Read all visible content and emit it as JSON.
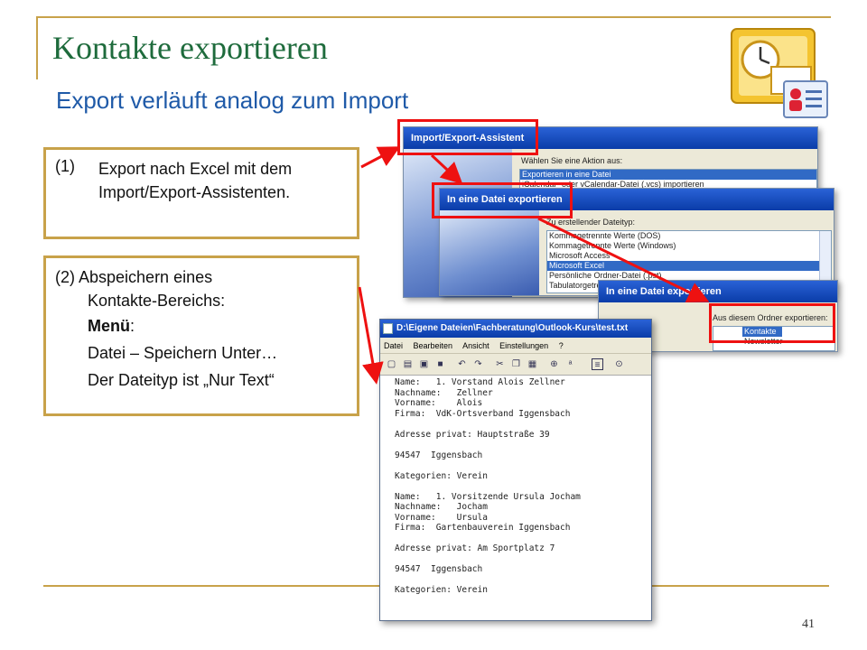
{
  "slide": {
    "title": "Kontakte exportieren",
    "subtitle": "Export verläuft analog zum Import",
    "page_number": "41",
    "accent_color": "#c8a24a",
    "title_color": "#1e6b3c",
    "subtitle_color": "#1f5aa8",
    "annotation_color": "#e11111"
  },
  "box1": {
    "number": "(1)",
    "text": "Export nach Excel mit dem Import/Export-Assistenten."
  },
  "box2": {
    "line1": "(2) Abspeichern eines",
    "line2": "Kontakte-Bereichs:",
    "menu_label": "Menü",
    "menu_colon": ":",
    "line4": "Datei – Speichern Unter…",
    "line5": "Der Dateityp ist „Nur Text“"
  },
  "wizard1": {
    "title": "Import/Export-Assistent",
    "prompt": "Wählen Sie eine Aktion aus:",
    "items": [
      "Exportieren in eine Datei",
      "iCalendar- oder vCalendar-Datei (.vcs) importieren"
    ]
  },
  "wizard2": {
    "title": "In eine Datei exportieren",
    "prompt": "Zu erstellender Dateityp:",
    "items": [
      "Kommagetrennte Werte (DOS)",
      "Kommagetrennte Werte (Windows)",
      "Microsoft Access",
      "Microsoft Excel",
      "Persönliche Ordner-Datei (.pst)",
      "Tabulatorgetrennte Werte"
    ]
  },
  "wizard3": {
    "title": "In eine Datei exportieren",
    "prompt": "Aus diesem Ordner exportieren:",
    "items": [
      "Kontakte",
      "Newsletter"
    ]
  },
  "notepad": {
    "title": "D:\\Eigene Dateien\\Fachberatung\\Outlook-Kurs\\test.txt",
    "menu": [
      "Datei",
      "Bearbeiten",
      "Ansicht",
      "Einstellungen",
      "?"
    ],
    "content": "Name:   1. Vorstand Alois Zellner\nNachname:   Zellner\nVorname:    Alois\nFirma:  VdK-Ortsverband Iggensbach\n\nAdresse privat: Hauptstraße 39\n\n94547  Iggensbach\n\nKategorien: Verein\n\nName:   1. Vorsitzende Ursula Jocham\nNachname:   Jocham\nVorname:    Ursula\nFirma:  Gartenbauverein Iggensbach\n\nAdresse privat: Am Sportplatz 7\n\n94547  Iggensbach\n\nKategorien: Verein"
  }
}
